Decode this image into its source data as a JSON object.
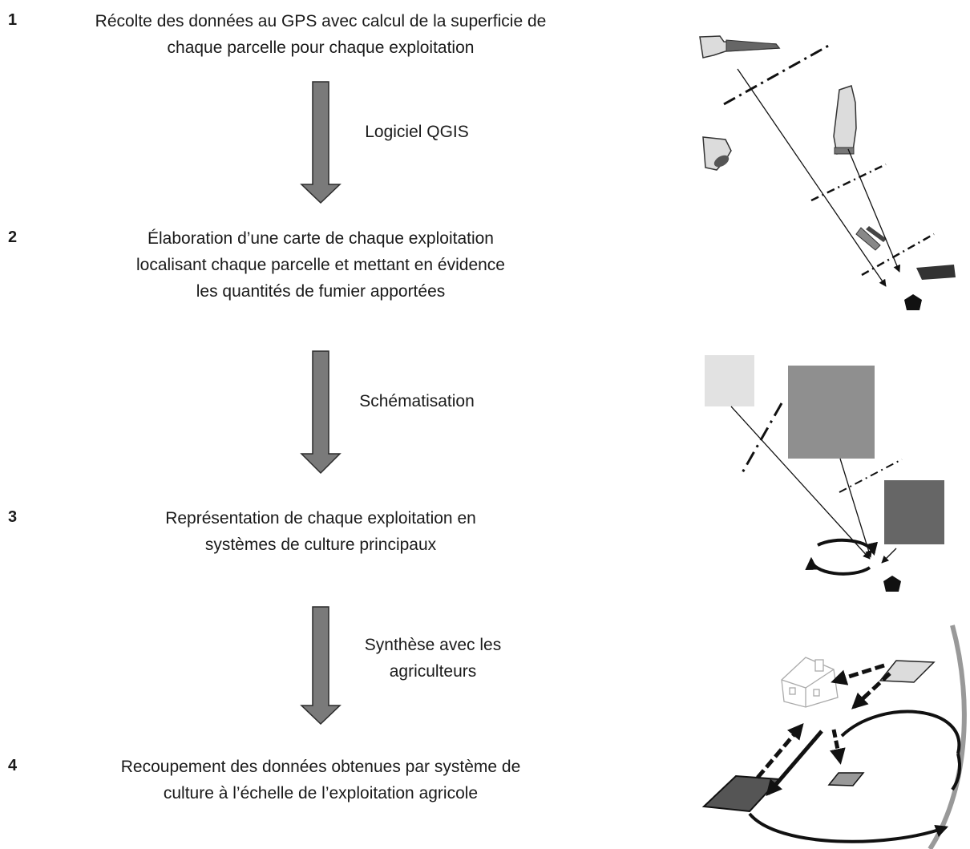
{
  "steps": [
    {
      "number": "1",
      "lines": [
        "Récolte des données au GPS avec calcul de la superficie de",
        "chaque parcelle pour chaque exploitation"
      ]
    },
    {
      "number": "2",
      "lines": [
        "Élaboration d’une carte de chaque exploitation",
        "localisant chaque parcelle et mettant en évidence",
        "les quantités de fumier apportées"
      ]
    },
    {
      "number": "3",
      "lines": [
        "Représentation de chaque exploitation en",
        "systèmes de culture principaux"
      ]
    },
    {
      "number": "4",
      "lines": [
        "Recoupement des données obtenues par système de",
        "culture à l’échelle de l’exploitation agricole"
      ]
    }
  ],
  "transitions": [
    {
      "lines": [
        "Logiciel QGIS"
      ]
    },
    {
      "lines": [
        "Schématisation"
      ]
    },
    {
      "lines": [
        "Synthèse avec les",
        "agriculteurs"
      ]
    }
  ],
  "colors": {
    "arrow_fill": "#7a7a7a",
    "arrow_stroke": "#2b2b2b",
    "text": "#1a1a1a"
  }
}
